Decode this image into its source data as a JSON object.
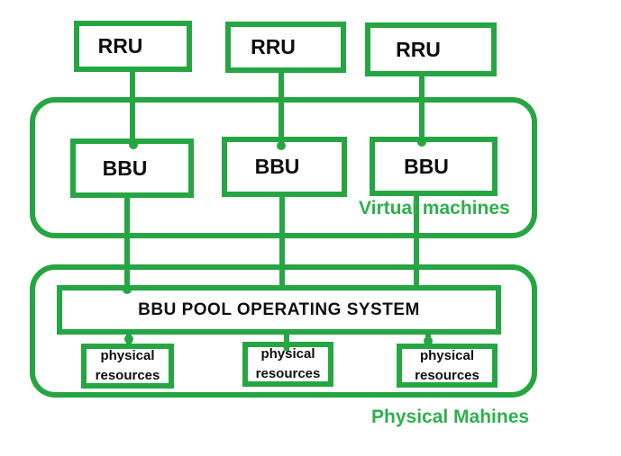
{
  "colors": {
    "line_green": "#26a642",
    "label_green": "#2db04e",
    "text_black": "#0f0f0f",
    "background": "#ffffff"
  },
  "rru_labels": [
    "RRU",
    "RRU",
    "RRU"
  ],
  "bbu_labels": [
    "BBU",
    "BBU",
    "BBU"
  ],
  "virtual_container": {
    "label": "Virtual machines"
  },
  "physical_container": {
    "label": "Physical Mahines"
  },
  "pool": {
    "label": "BBU POOL OPERATING SYSTEM"
  },
  "physical_resources": [
    {
      "line1": "physical",
      "line2": "resources"
    },
    {
      "line1": "physical",
      "line2": "resources"
    },
    {
      "line1": "physical",
      "line2": "resources"
    }
  ]
}
